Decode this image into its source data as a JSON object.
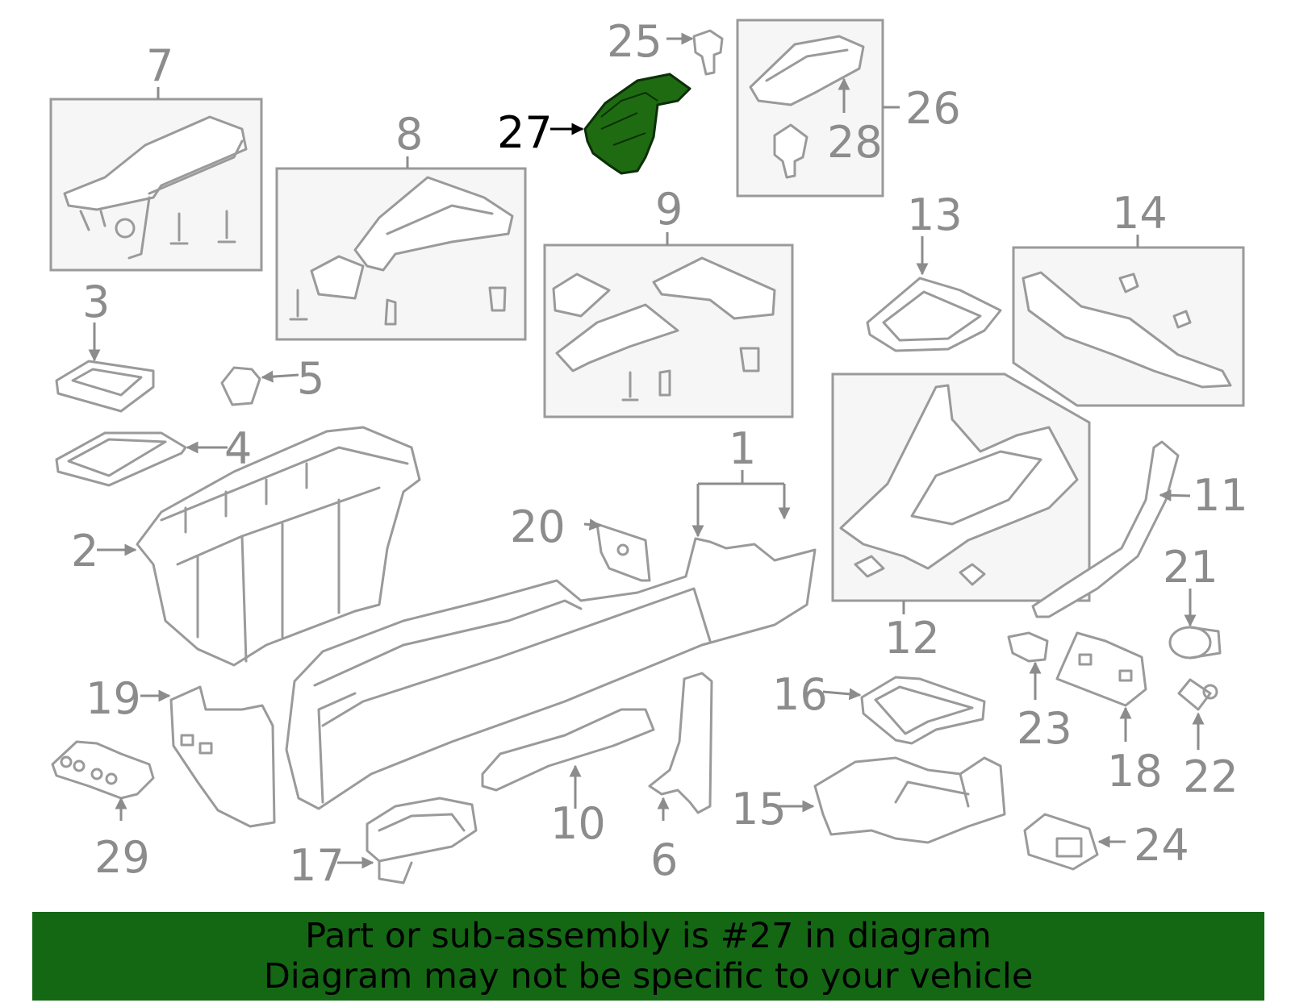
{
  "highlight": {
    "part_number": "27",
    "color": "#1e6b12"
  },
  "banner": {
    "line1": "Part or sub-assembly is #27 in diagram",
    "line2": "Diagram may not be specific to your vehicle",
    "background": "#146814"
  },
  "callouts": {
    "c1": "1",
    "c2": "2",
    "c3": "3",
    "c4": "4",
    "c5": "5",
    "c6": "6",
    "c7": "7",
    "c8": "8",
    "c9": "9",
    "c10": "10",
    "c11": "11",
    "c12": "12",
    "c13": "13",
    "c14": "14",
    "c15": "15",
    "c16": "16",
    "c17": "17",
    "c18": "18",
    "c19": "19",
    "c20": "20",
    "c21": "21",
    "c22": "22",
    "c23": "23",
    "c24": "24",
    "c25": "25",
    "c26": "26",
    "c27": "27",
    "c28": "28",
    "c29": "29"
  }
}
